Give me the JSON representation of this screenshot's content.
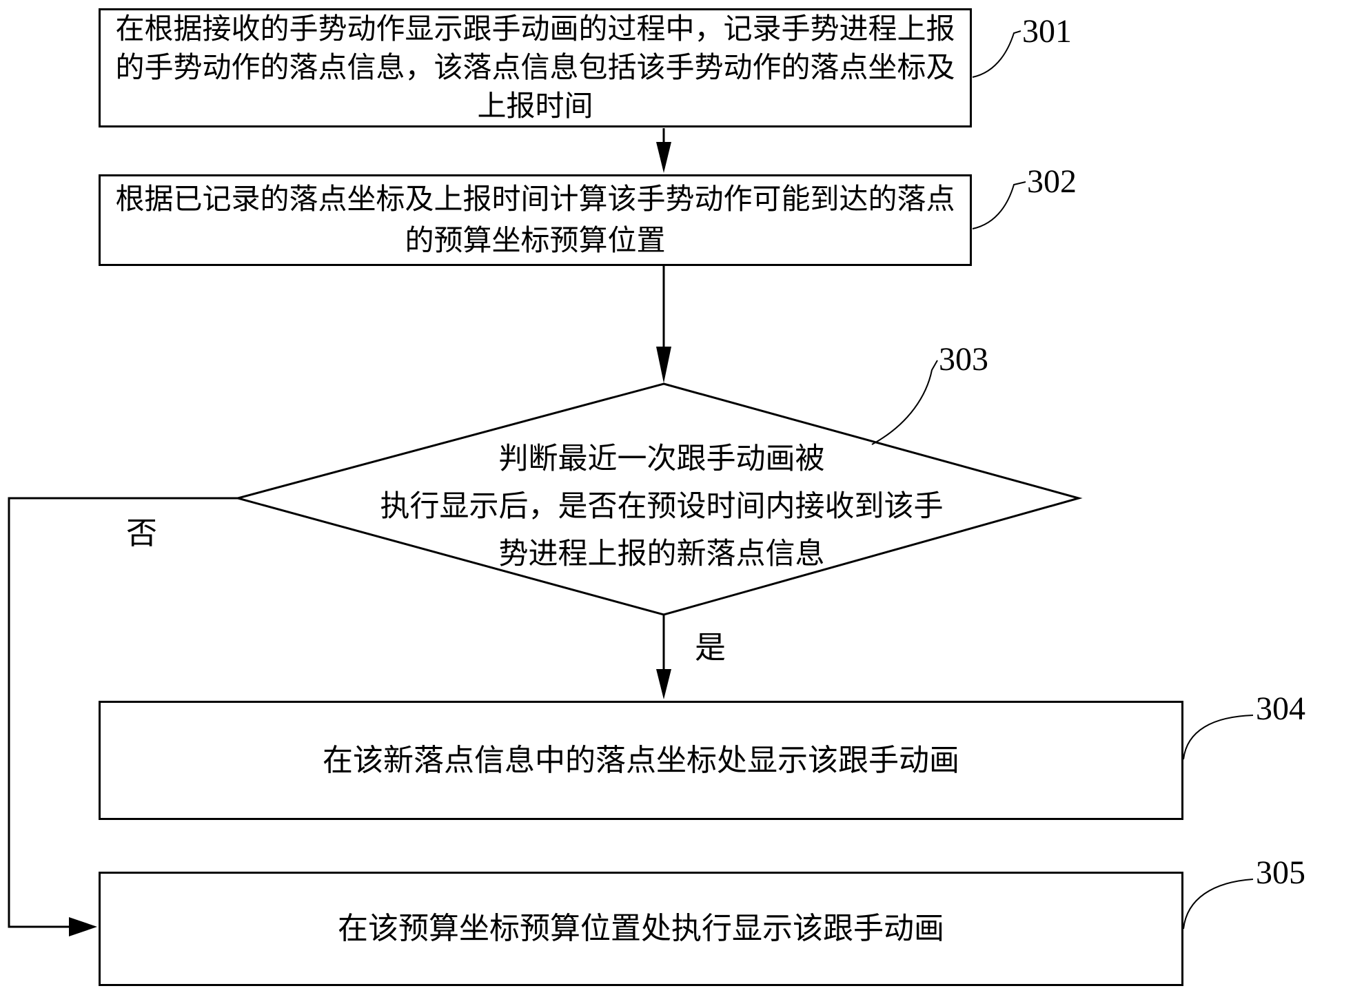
{
  "figure": {
    "type": "flowchart",
    "colors": {
      "line": "#000000",
      "background": "#ffffff",
      "text": "#000000"
    },
    "nodes": [
      {
        "id": "301",
        "shape": "rect",
        "label": "301",
        "lines": [
          "在根据接收的手势动作显示跟手动画的过程中，记录手势进程上报",
          "的手势动作的落点信息，该落点信息包括该手势动作的落点坐标及",
          "上报时间"
        ]
      },
      {
        "id": "302",
        "shape": "rect",
        "label": "302",
        "lines": [
          "根据已记录的落点坐标及上报时间计算该手势动作可能到达的落点",
          "的预算坐标预算位置"
        ]
      },
      {
        "id": "303",
        "shape": "diamond",
        "label": "303",
        "lines": [
          "判断最近一次跟手动画被",
          "执行显示后，是否在预设时间内接收到该手",
          "势进程上报的新落点信息"
        ]
      },
      {
        "id": "304",
        "shape": "rect",
        "label": "304",
        "lines": [
          "在该新落点信息中的落点坐标处显示该跟手动画"
        ]
      },
      {
        "id": "305",
        "shape": "rect",
        "label": "305",
        "lines": [
          "在该预算坐标预算位置处执行显示该跟手动画"
        ]
      }
    ],
    "edges": {
      "yes_label": "是",
      "no_label": "否"
    }
  }
}
